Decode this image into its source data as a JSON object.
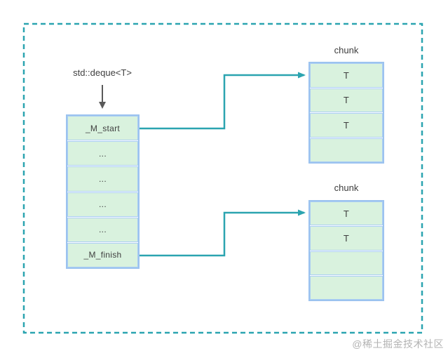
{
  "diagram": {
    "deque_label": "std::deque<T>",
    "map_table": {
      "rows": [
        "_M_start",
        "...",
        "...",
        "...",
        "...",
        "_M_finish"
      ]
    },
    "chunks": [
      {
        "label": "chunk",
        "rows": [
          "T",
          "T",
          "T",
          ""
        ]
      },
      {
        "label": "chunk",
        "rows": [
          "T",
          "T",
          "",
          ""
        ]
      }
    ],
    "arrows": [
      {
        "name": "deque-pointer-arrow",
        "from": "deque_label",
        "to": "map_table"
      },
      {
        "name": "map-start-to-chunk1-arrow",
        "from": "_M_start",
        "to": "chunk 1 first cell"
      },
      {
        "name": "map-finish-to-chunk2-arrow",
        "from": "_M_finish",
        "to": "chunk 2 first cell"
      }
    ]
  },
  "watermark": "@稀土掘金技术社区",
  "colors": {
    "accent_teal": "#2ba4b0",
    "cell_fill": "#d9f2de",
    "cell_border": "#aacdf3",
    "table_outer_border": "#9cc3ef",
    "text": "#3f3f3f",
    "pointer_arrow_gray": "#595959",
    "watermark_gray": "#b3b3b3",
    "background": "#ffffff"
  }
}
